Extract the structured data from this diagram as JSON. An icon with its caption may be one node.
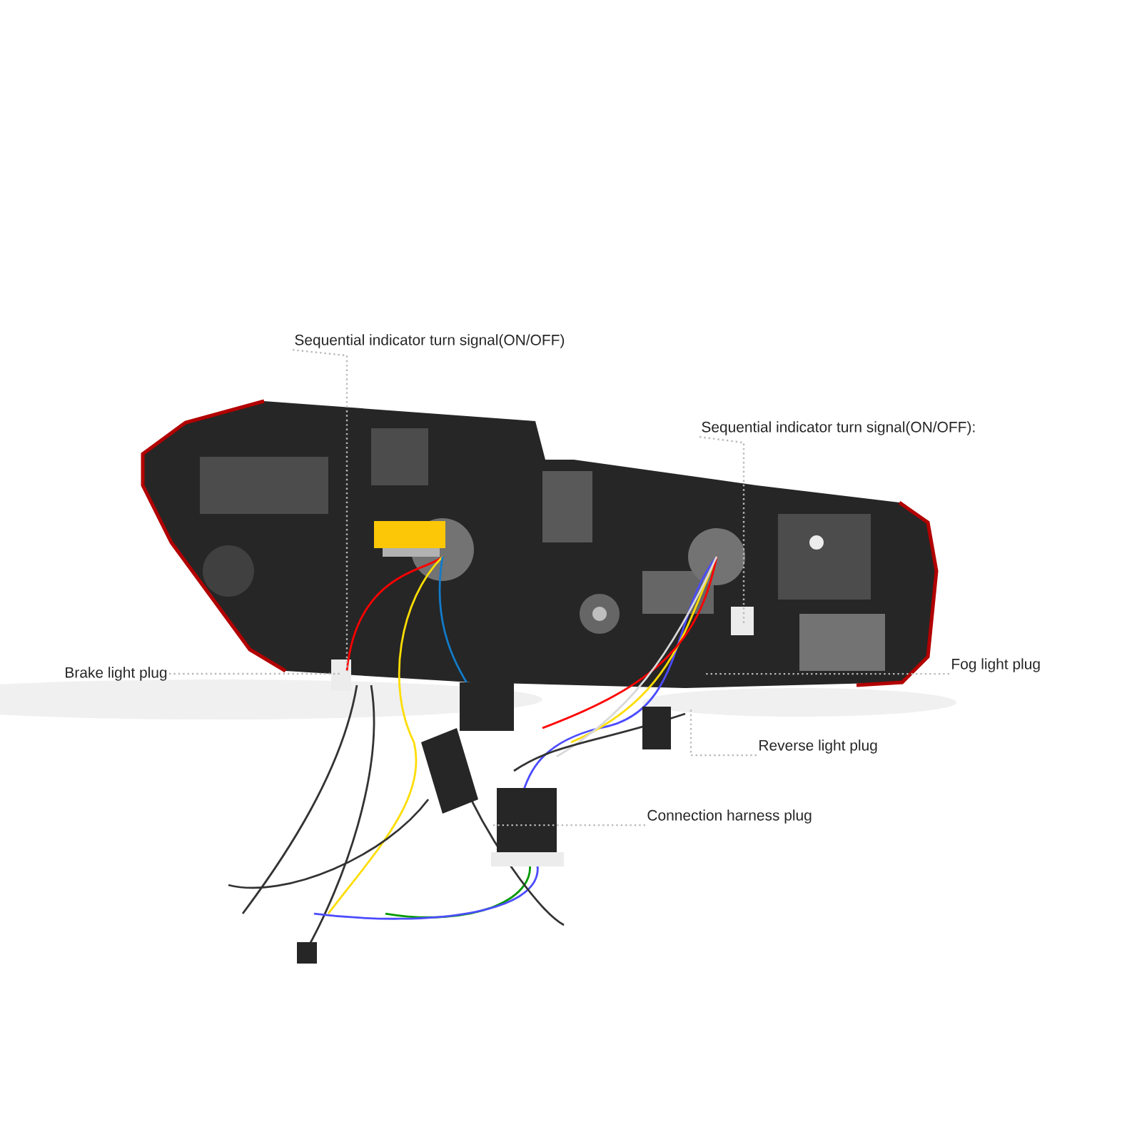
{
  "diagram": {
    "nodes": [
      {
        "text": [
          "Sequential indicator turn signal(ON/OFF)"
        ]
      },
      {
        "text": [
          "Sequential indicator turn signal(ON/OFF):"
        ]
      },
      {
        "text": [
          "Brake light plug"
        ]
      },
      {
        "text": [
          "Fog light plug"
        ]
      },
      {
        "text": [
          "Reverse light plug"
        ]
      },
      {
        "text": [
          "Connection harness plug"
        ]
      }
    ],
    "edges": [
      {
        "from": 0,
        "to": null,
        "arrow": "none"
      },
      {
        "from": 1,
        "to": null,
        "arrow": "none"
      },
      {
        "from": 2,
        "to": null,
        "arrow": "none"
      },
      {
        "from": 3,
        "to": null,
        "arrow": "none"
      },
      {
        "from": 4,
        "to": null,
        "arrow": "none"
      },
      {
        "from": 5,
        "to": null,
        "arrow": "none"
      }
    ]
  }
}
